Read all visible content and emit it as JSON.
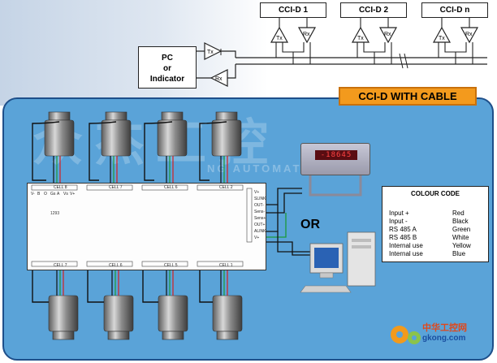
{
  "pc_box": {
    "line1": "PC",
    "line2": "or",
    "line3": "Indicator"
  },
  "nodes": [
    {
      "label": "CCI-D 1"
    },
    {
      "label": "CCI-D 2"
    },
    {
      "label": "CCI-D n"
    }
  ],
  "symbols": {
    "tx": "Tx",
    "rx": "Rx"
  },
  "cable_title": "CCI-D WITH CABLE",
  "watermark": {
    "main": "众杰工控",
    "sub": "NG AUTOMATION"
  },
  "board": {
    "code": "1293",
    "cells_top": [
      "CELL 8",
      "CELL 7",
      "CELL 6",
      "CELL 2"
    ],
    "cells_bottom": [
      "CELL 7",
      "CELL 6",
      "CELL 5",
      "CELL 1"
    ],
    "terminal_pins": [
      "V-",
      "B",
      "O",
      "Gs",
      "A",
      "Vs",
      "V+"
    ],
    "right_pins": [
      "V+",
      "SLINK",
      "OUT-",
      "Sens-",
      "Sens+",
      "OUT+",
      "ALINK",
      "V+"
    ]
  },
  "or_label": "OR",
  "indicator_display": "-18645",
  "colour_code": {
    "title": "COLOUR CODE",
    "rows": [
      {
        "label": "Input +",
        "value": "Red"
      },
      {
        "label": "Input -",
        "value": "Black"
      },
      {
        "label": "RS 485 A",
        "value": "Green"
      },
      {
        "label": "RS 485 B",
        "value": "White"
      },
      {
        "label": "Internal use",
        "value": "Yellow"
      },
      {
        "label": "Internal use",
        "value": "Blue"
      }
    ]
  },
  "footer": {
    "site_cn": "中华工控网",
    "site_url": "gkong.com"
  },
  "colors": {
    "panel": "#5aa3d8",
    "accent": "#f39a1d",
    "wire_red": "#d42020",
    "wire_green": "#1b9a3a"
  }
}
